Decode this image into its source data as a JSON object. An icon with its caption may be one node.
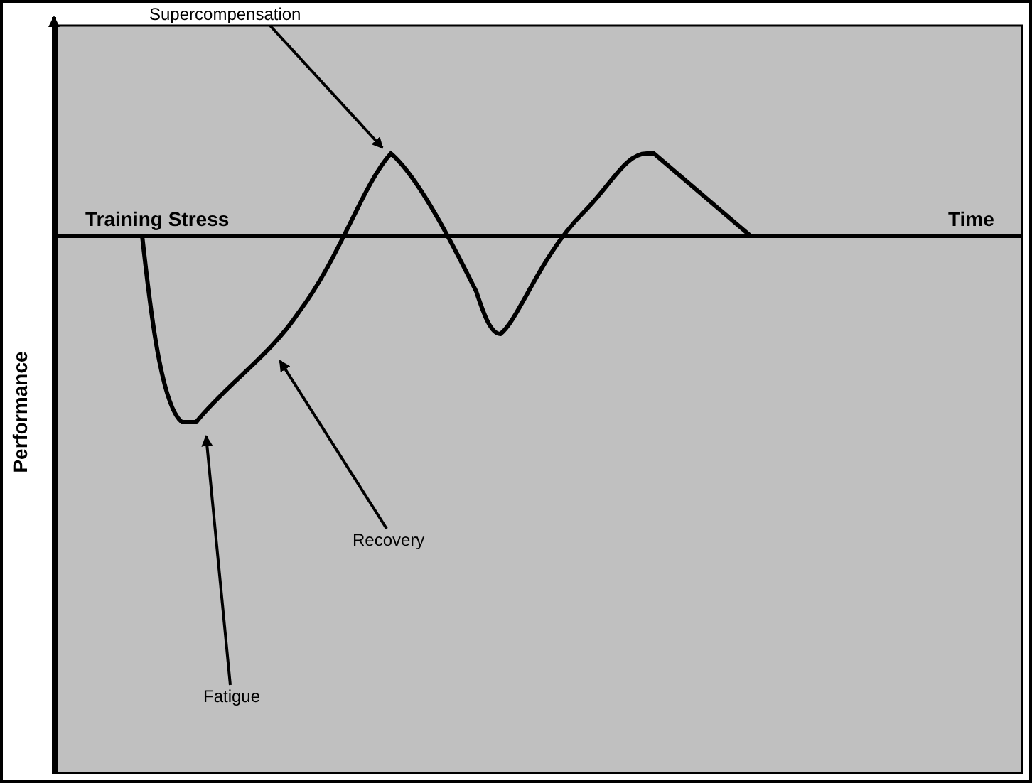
{
  "diagram": {
    "nodes": [
      {
        "text": [
          "Supercompensation"
        ]
      },
      {
        "text": [
          "Recovery"
        ]
      },
      {
        "text": [
          "Fatigue"
        ]
      }
    ],
    "edges": [
      {
        "from": 0,
        "to": null,
        "arrow": "to"
      },
      {
        "from": 1,
        "to": null,
        "arrow": "to"
      },
      {
        "from": 2,
        "to": null,
        "arrow": "to"
      }
    ],
    "labels": [
      "Training Stress",
      "Time",
      "Performance"
    ]
  }
}
